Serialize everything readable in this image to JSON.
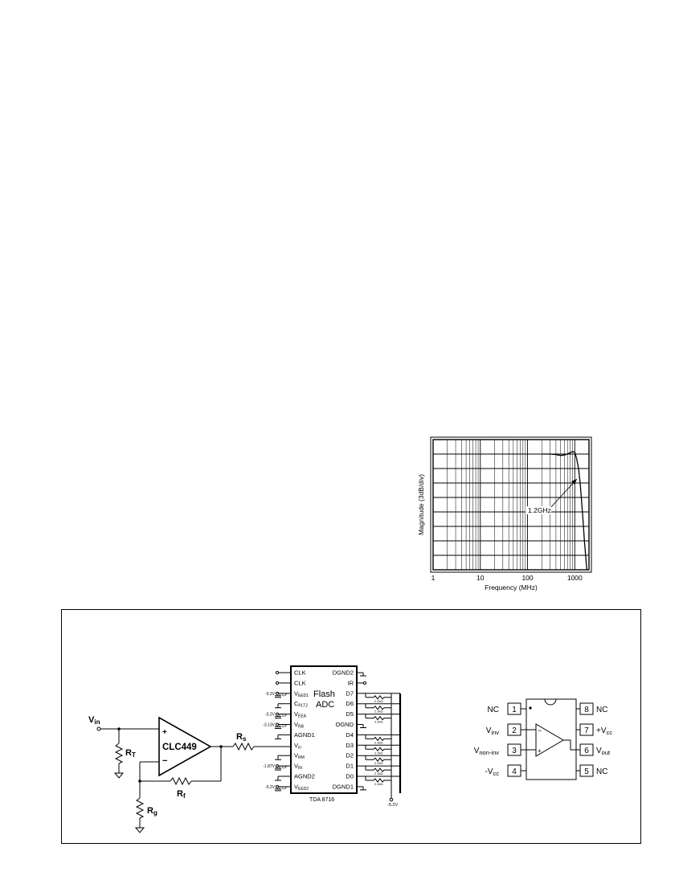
{
  "chart_data": {
    "type": "line",
    "title": "",
    "xlabel": "Frequency (MHz)",
    "ylabel": "Magnitude (3dB/div)",
    "x_scale": "log",
    "x_ticks": [
      "1",
      "10",
      "100",
      "1000"
    ],
    "xlim": [
      1,
      2000
    ],
    "grid": true,
    "annotation": "1.2GHz",
    "series": [
      {
        "x": [
          200,
          300,
          400,
          500,
          600,
          700,
          800,
          900,
          1000,
          1100,
          1200,
          1300,
          1400,
          1500,
          1600,
          1800
        ],
        "y": [
          0,
          0,
          -0.1,
          -0.3,
          -0.2,
          0,
          0.3,
          0.5,
          0.4,
          -1.0,
          -3.0,
          -6.0,
          -10.0,
          -14.0,
          -18.0,
          -24.0
        ]
      }
    ]
  },
  "amp_circuit": {
    "vin": "V",
    "vin_sub": "in",
    "rt": "R",
    "rt_sub": "T",
    "rf": "R",
    "rf_sub": "f",
    "rg": "R",
    "rg_sub": "g",
    "rs": "R",
    "rs_sub": "s",
    "amp_name": "CLC449",
    "plus": "+",
    "minus": "−"
  },
  "adc": {
    "title_line1": "Flash",
    "title_line2": "ADC",
    "part": "TDA 8716",
    "cap": "0.1µF",
    "resistor": "2.2kΩ",
    "supply": "-5.2V",
    "left_pins": [
      {
        "main": "CLK",
        "sub": ""
      },
      {
        "main": "CLK",
        "sub": ""
      },
      {
        "main": "V",
        "sub": "EED1",
        "ext": "-5.2V"
      },
      {
        "main": "C",
        "sub": "PLT2"
      },
      {
        "main": "V",
        "sub": "EEA",
        "ext": "-5.2V"
      },
      {
        "main": "V",
        "sub": "RB",
        "ext": "-3.13V"
      },
      {
        "main": "AGND1",
        "sub": ""
      },
      {
        "main": "V",
        "sub": "in"
      },
      {
        "main": "V",
        "sub": "RM"
      },
      {
        "main": "V",
        "sub": "Rt",
        "ext": "-1.87V"
      },
      {
        "main": "AGND2",
        "sub": ""
      },
      {
        "main": "V",
        "sub": "EED2",
        "ext": "-5.2V"
      }
    ],
    "right_pins": [
      "DGND2",
      "IR",
      "D7",
      "D6",
      "D5",
      "OGND",
      "D4",
      "D3",
      "D2",
      "D1",
      "D0",
      "DGND1"
    ]
  },
  "package": {
    "left_pins": [
      {
        "num": "1",
        "label": "NC",
        "sub": ""
      },
      {
        "num": "2",
        "label": "V",
        "sub": "inv"
      },
      {
        "num": "3",
        "label": "V",
        "sub": "non-inv"
      },
      {
        "num": "4",
        "label": "-V",
        "sub": "cc"
      }
    ],
    "right_pins": [
      {
        "num": "8",
        "label": "NC",
        "sub": ""
      },
      {
        "num": "7",
        "label": "+V",
        "sub": "cc"
      },
      {
        "num": "6",
        "label": "V",
        "sub": "out"
      },
      {
        "num": "5",
        "label": "NC",
        "sub": ""
      }
    ],
    "inner_minus": "−",
    "inner_plus": "+"
  }
}
